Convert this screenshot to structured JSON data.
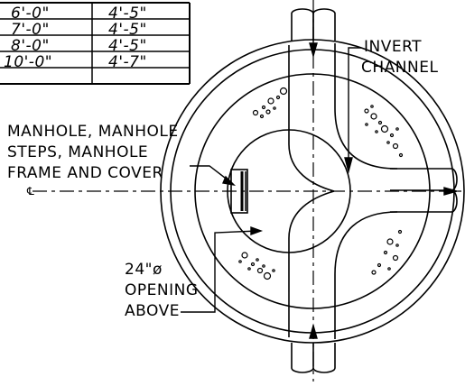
{
  "table": {
    "rows": [
      {
        "diameter": "6'-0\"",
        "value": "4'-5\""
      },
      {
        "diameter": "7'-0\"",
        "value": "4'-5\""
      },
      {
        "diameter": "8'-0\"",
        "value": "4'-5\""
      },
      {
        "diameter": "10'-0\"",
        "value": "4'-7\""
      }
    ]
  },
  "labels": {
    "invert_line1": "INVERT",
    "invert_line2": "CHANNEL",
    "manhole_line1": "MANHOLE, MANHOLE",
    "manhole_line2": "STEPS, MANHOLE",
    "manhole_line3": "FRAME AND COVER",
    "centerline": "℄",
    "opening_line1": "24\"ø",
    "opening_line2": "OPENING",
    "opening_line3": "ABOVE"
  }
}
